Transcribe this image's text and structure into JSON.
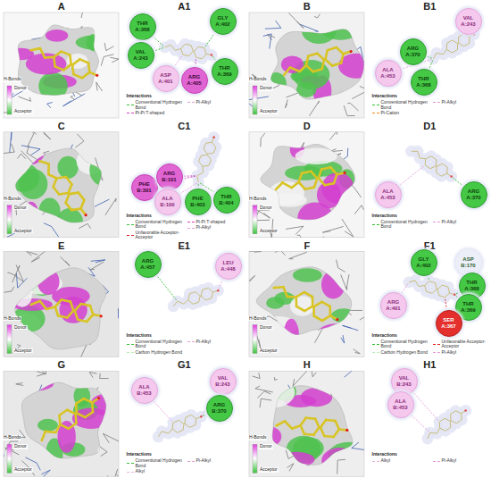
{
  "diagram": {
    "nodes": [
      {
        "text": [
          "THR A:368"
        ]
      },
      {
        "text": [
          "GLY A:402"
        ]
      },
      {
        "text": [
          "VAL A:243"
        ]
      },
      {
        "text": [
          "ASP A:401"
        ]
      },
      {
        "text": [
          "ARG A:405"
        ]
      },
      {
        "text": [
          "THR A:369"
        ]
      },
      {
        "text": [
          "VAL A:243"
        ]
      },
      {
        "text": [
          "ARG A:370"
        ]
      },
      {
        "text": [
          "ALA A:453"
        ]
      },
      {
        "text": [
          "THR A:368"
        ]
      },
      {
        "text": [
          "PHE B:391"
        ]
      },
      {
        "text": [
          "ARG B:101"
        ]
      },
      {
        "text": [
          "ALA B:100"
        ]
      },
      {
        "text": [
          "PHE B:403"
        ]
      },
      {
        "text": [
          "THR B:404"
        ]
      },
      {
        "text": [
          "ALA A:453"
        ]
      },
      {
        "text": [
          "ARG A:370"
        ]
      },
      {
        "text": [
          "ARG A:457"
        ]
      },
      {
        "text": [
          "LEU A:448"
        ]
      },
      {
        "text": [
          "GLY A:402"
        ]
      },
      {
        "text": [
          "ASP B:170"
        ]
      },
      {
        "text": [
          "THR A:368"
        ]
      },
      {
        "text": [
          "THR A:369"
        ]
      },
      {
        "text": [
          "ARG A:401"
        ]
      },
      {
        "text": [
          "SER A:367"
        ]
      },
      {
        "text": [
          "ALA B:453"
        ]
      },
      {
        "text": [
          "VAL B:243"
        ]
      },
      {
        "text": [
          "ARG B:370"
        ]
      },
      {
        "text": [
          "VAL B:243"
        ]
      },
      {
        "text": [
          "ALA B:453"
        ]
      }
    ],
    "labels": [
      "A",
      "H-Bonds",
      "Donor",
      "Acceptor",
      "A1",
      "Interactions",
      "B",
      "H-Bonds",
      "Donor",
      "Acceptor",
      "B1",
      "Interactions",
      "C",
      "H-Bonds",
      "Donor",
      "Acceptor",
      "C1",
      "Interactions",
      "D",
      "H-Bonds",
      "Donor",
      "Acceptor",
      "D1",
      "Interactions",
      "E",
      "H-Bonds",
      "Donor",
      "Acceptor",
      "E1",
      "Interactions",
      "F",
      "H-Bonds",
      "Donor",
      "Acceptor",
      "F1",
      "Interactions",
      "G",
      "H-Bonds",
      "Donor",
      "Acceptor",
      "G1",
      "Interactions",
      "H",
      "H-Bonds",
      "Donor",
      "Acceptor",
      "H1",
      "Interactions"
    ],
    "legend": [
      {
        "text": "Conventional Hydrogen Bond",
        "color": "#33c233"
      },
      {
        "text": "Pi-Pi T-shaped",
        "color": "#d040c2"
      },
      {
        "text": "Pi-Alkyl",
        "color": "#e39ad8"
      },
      {
        "text": "Conventional Hydrogen Bond",
        "color": "#33c233"
      },
      {
        "text": "Pi-Cation",
        "color": "#f08a20"
      },
      {
        "text": "Pi-Alkyl",
        "color": "#e39ad8"
      },
      {
        "text": "Conventional Hydrogen Bond",
        "color": "#33c233"
      },
      {
        "text": "Unfavorable Acceptor-Acceptor",
        "color": "#e02020"
      },
      {
        "text": "Pi-Pi T-shaped",
        "color": "#d040c2"
      },
      {
        "text": "Pi-Alkyl",
        "color": "#e39ad8"
      },
      {
        "text": "Conventional Hydrogen Bond",
        "color": "#33c233"
      },
      {
        "text": "Pi-Alkyl",
        "color": "#e39ad8"
      },
      {
        "text": "Conventional Hydrogen Bond",
        "color": "#33c233"
      },
      {
        "text": "Carbon Hydrogen Bond",
        "color": "#b9ecb9"
      },
      {
        "text": "Pi-Alkyl",
        "color": "#e39ad8"
      },
      {
        "text": "Conventional Hydrogen Bond",
        "color": "#33c233"
      },
      {
        "text": "Carbon Hydrogen Bond",
        "color": "#b9ecb9"
      },
      {
        "text": "Unfavorable Acceptor-Acceptor",
        "color": "#e02020"
      },
      {
        "text": "Pi-Alkyl",
        "color": "#e39ad8"
      },
      {
        "text": "Conventional Hydrogen Bond",
        "color": "#33c233"
      },
      {
        "text": "Alkyl",
        "color": "#e8b4e0"
      },
      {
        "text": "Pi-Alkyl",
        "color": "#e39ad8"
      },
      {
        "text": "Alkyl",
        "color": "#e8b4e0"
      },
      {
        "text": "Pi-Alkyl",
        "color": "#e39ad8"
      }
    ]
  }
}
